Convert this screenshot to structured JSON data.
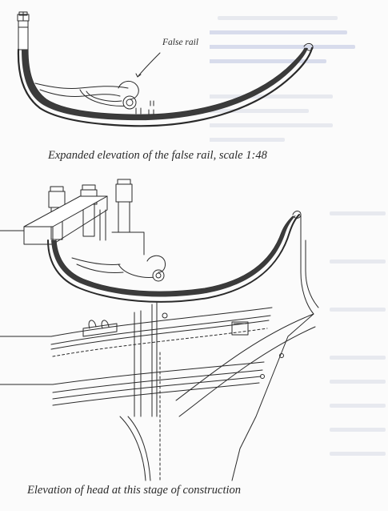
{
  "labels": {
    "false_rail": "False rail"
  },
  "captions": {
    "expanded_elevation": "Expanded elevation of  the false rail, scale 1:48",
    "head_elevation": "Elevation of  head at this stage of  construction"
  },
  "colors": {
    "ink": "#2a2a2a",
    "paper": "#fbfbfb"
  }
}
